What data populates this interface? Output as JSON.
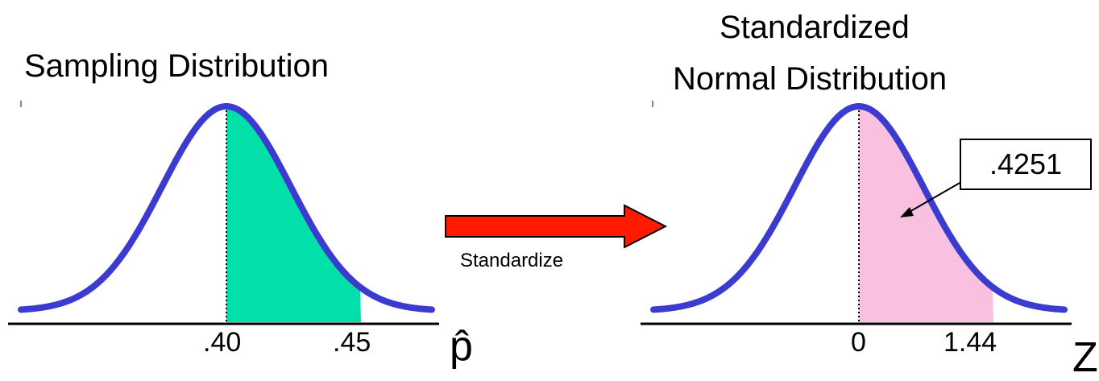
{
  "left_panel": {
    "title": "Sampling Distribution",
    "ticks": [
      ".40",
      ".45"
    ],
    "axis_variable": "p̂",
    "shade_color": "#00e0a8"
  },
  "transform_arrow": {
    "label": "Standardize",
    "color": "#ff1a00"
  },
  "right_panel": {
    "title_line1": "Standardized",
    "title_line2": "Normal Distribution",
    "ticks": [
      "0",
      "1.44"
    ],
    "axis_variable": "Z",
    "shade_color": "#fac0e0",
    "area_value": ".4251"
  },
  "curve_color": "#3b3bd0"
}
